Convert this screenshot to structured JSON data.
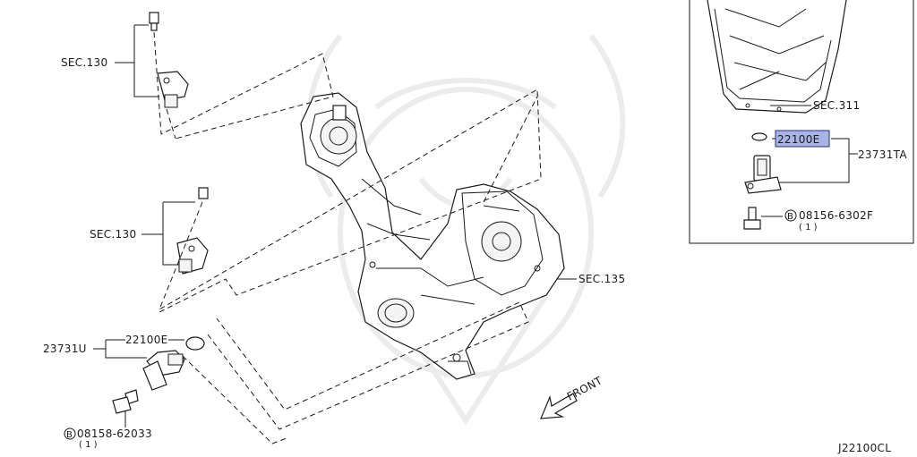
{
  "labels": {
    "sec130_top": "SEC.130",
    "sec130_mid": "SEC.130",
    "sec135": "SEC.135",
    "sec311": "SEC.311",
    "part_22100e_left": "22100E",
    "part_22100e_right": "22100E",
    "part_23731u": "23731U",
    "part_23731ta": "23731TA",
    "bolt_left": "08158-62033",
    "bolt_left_qty": "( 1 )",
    "bolt_right": "08156-6302F",
    "bolt_right_qty": "( 1 )",
    "bolt_symbol": "B",
    "front": "FRONT",
    "diagram_code": "J22100CL"
  },
  "colors": {
    "highlight_fill": "#a9b4e6",
    "highlight_stroke": "#2a2f7a",
    "line": "#1a1a1a"
  }
}
